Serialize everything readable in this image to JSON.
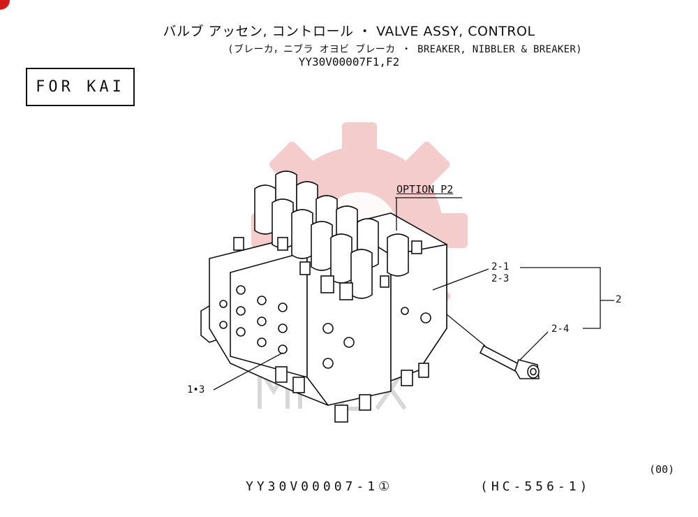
{
  "header": {
    "title_main": "バルブ アッセン, コントロール ・ VALVE ASSY, CONTROL",
    "title_sub": "(ブレーカ，ニブラ オヨビ ブレーカ ・ BREAKER, NIBBLER & BREAKER)",
    "title_code": "YY30V00007F1,F2"
  },
  "badge": {
    "label": "FOR KAI"
  },
  "callouts": {
    "option": "OPTION P2",
    "c_2_1": "2-1",
    "c_2_3": "2-3",
    "c_2": "2",
    "c_2_4": "2-4",
    "c_1_3": "1•3"
  },
  "footer": {
    "drawing_code": "YY30V00007-1①",
    "reference": "(HC-556-1)",
    "revision": "(00)"
  },
  "colors": {
    "watermark": "#f4c4c4",
    "corner_mark": "#d31818",
    "ink": "#111111"
  }
}
